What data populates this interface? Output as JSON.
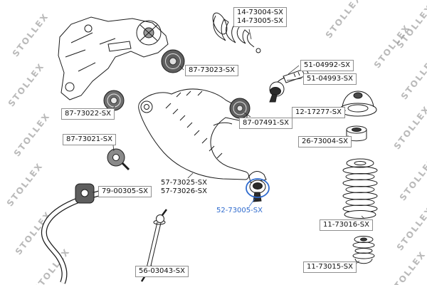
{
  "diagram": {
    "watermark": "STOLLEX",
    "highlight_color": "#2f6bce",
    "labels": {
      "steering_boot_a": "14-73004-SX",
      "steering_boot_b": "14-73005-SX",
      "bushing_87_73023": "87-73023-SX",
      "tie_rod_end_a": "51-04992-SX",
      "tie_rod_end_b": "51-04993-SX",
      "bushing_87_73022": "87-73022-SX",
      "bushing_87_73021": "87-73021-SX",
      "arm_bushing_87_07491": "87-07491-SX",
      "strut_mount_12_17277": "12-17277-SX",
      "bearing_26_73004": "26-73004-SX",
      "control_arm_a": "57-73025-SX",
      "control_arm_b": "57-73026-SX",
      "ball_joint_52_73005": "52-73005-SX",
      "strut_boot_11_73016": "11-73016-SX",
      "bump_stop_11_73015": "11-73015-SX",
      "stab_bushing_79_00305": "79-00305-SX",
      "stab_link_56_03043": "56-03043-SX"
    }
  }
}
